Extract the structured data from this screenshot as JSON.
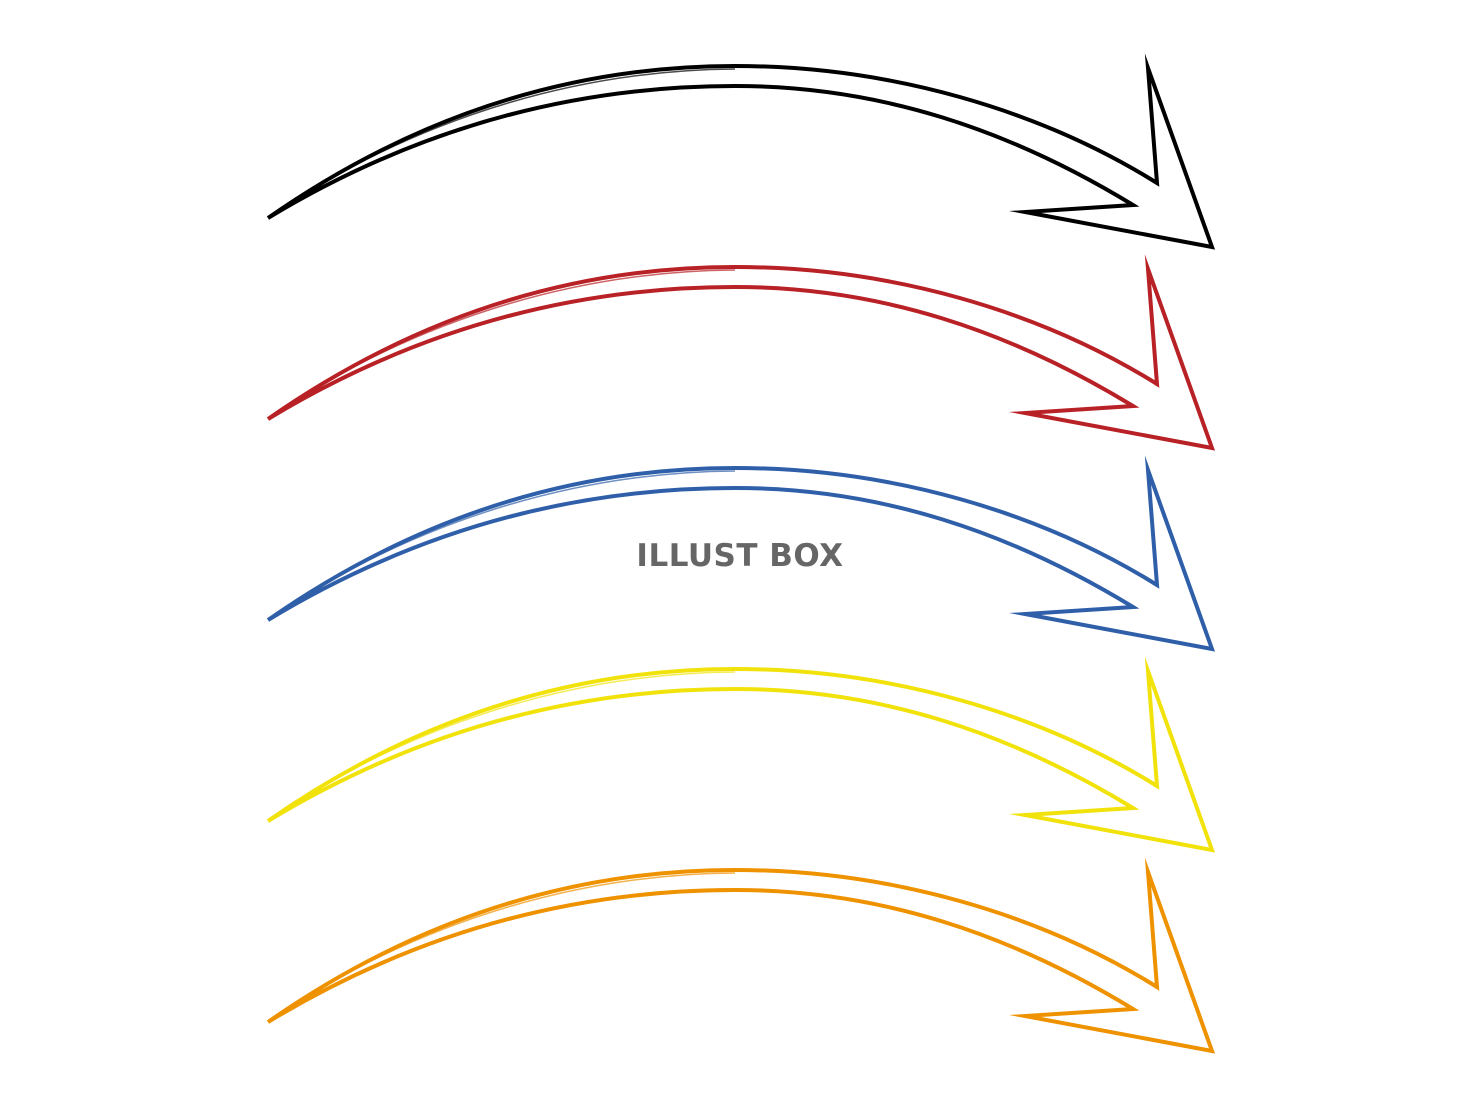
{
  "illustration": {
    "arrows": [
      {
        "name": "black-arrow",
        "color": "#000000"
      },
      {
        "name": "red-arrow",
        "color": "#b82125"
      },
      {
        "name": "blue-arrow",
        "color": "#2f5fa8"
      },
      {
        "name": "yellow-arrow",
        "color": "#f2e20c"
      },
      {
        "name": "orange-arrow",
        "color": "#ee9200"
      }
    ]
  },
  "watermark": {
    "text": "ILLUST BOX"
  }
}
